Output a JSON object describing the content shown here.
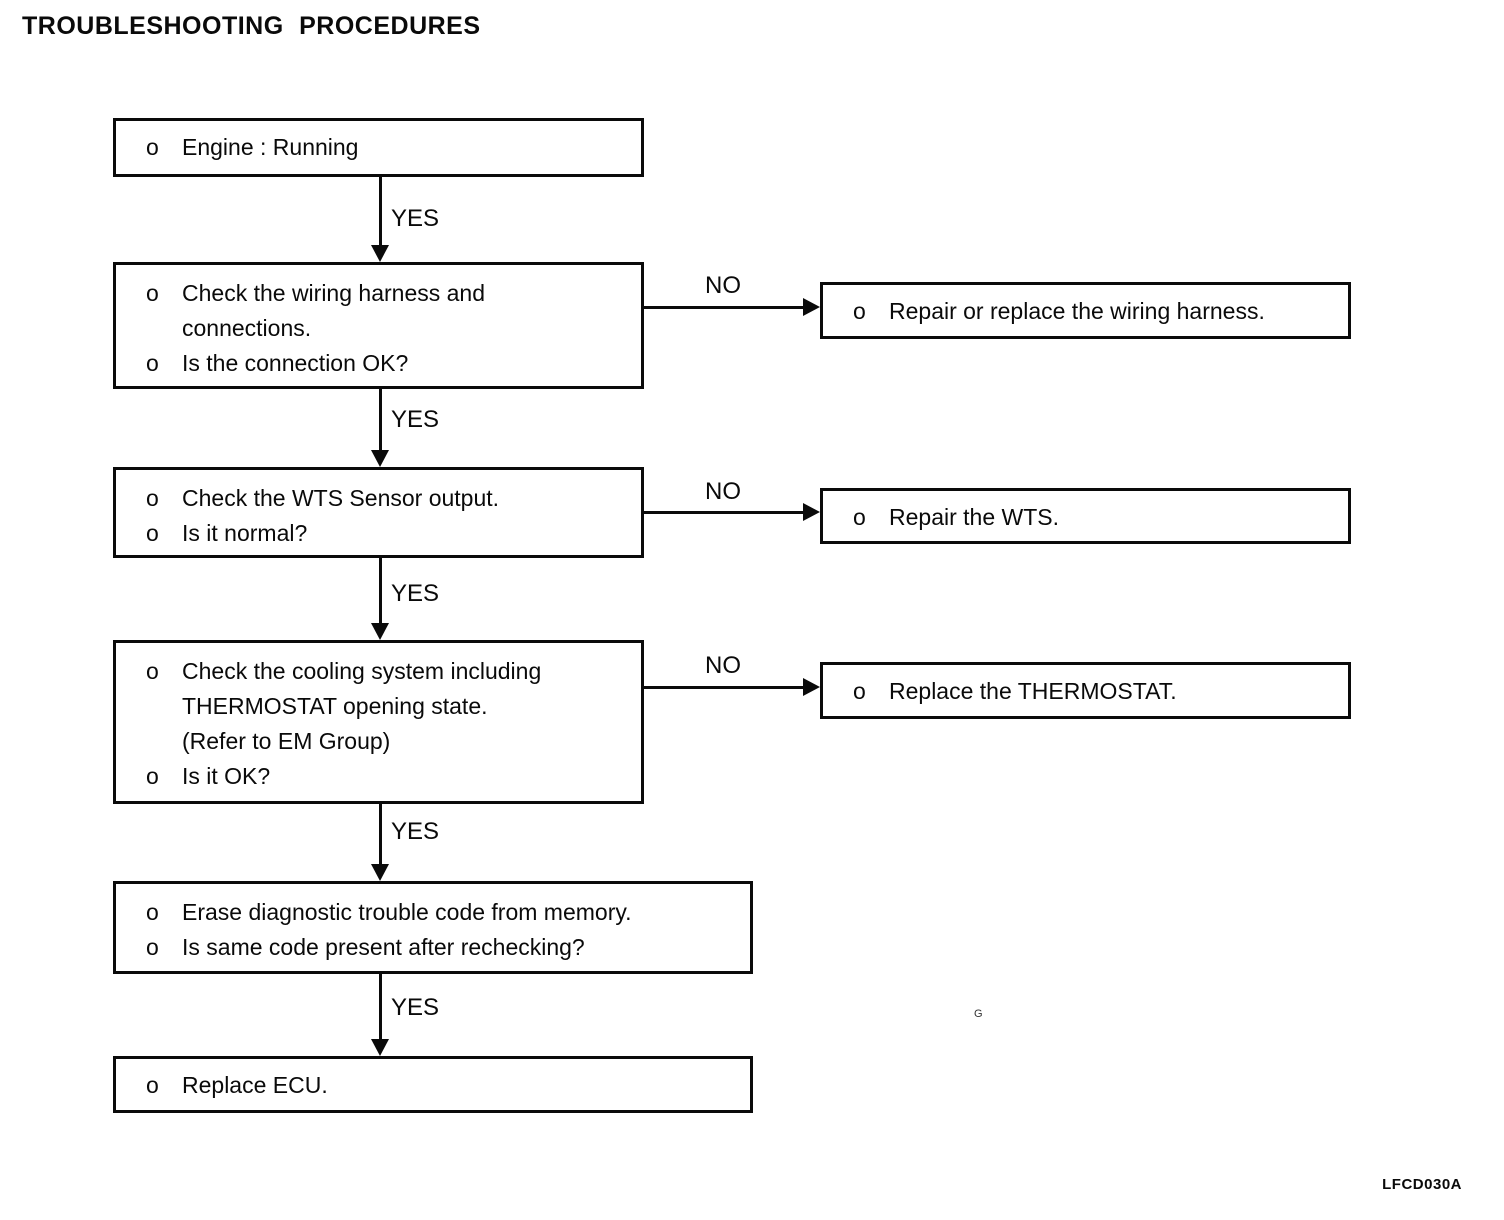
{
  "page": {
    "title": "TROUBLESHOOTING PROCEDURES",
    "figure_code": "LFCD030A",
    "artifact_mark": "G",
    "colors": {
      "ink": "#0a0a0a",
      "paper": "#ffffff"
    }
  },
  "flowchart": {
    "yes_label": "YES",
    "no_label": "NO",
    "nodes": [
      {
        "id": "engine-running",
        "lines": [
          {
            "bullet": "o",
            "text": "Engine : Running"
          }
        ]
      },
      {
        "id": "check-wiring-harness",
        "lines": [
          {
            "bullet": "o",
            "text": "Check the wiring harness and"
          },
          {
            "bullet": "",
            "text": "connections."
          },
          {
            "bullet": "o",
            "text": "Is the connection OK?"
          }
        ]
      },
      {
        "id": "repair-wiring-harness",
        "lines": [
          {
            "bullet": "o",
            "text": "Repair or replace the wiring harness."
          }
        ]
      },
      {
        "id": "check-wts-sensor",
        "lines": [
          {
            "bullet": "o",
            "text": "Check the WTS Sensor output."
          },
          {
            "bullet": "o",
            "text": "Is it normal?"
          }
        ]
      },
      {
        "id": "repair-wts",
        "lines": [
          {
            "bullet": "o",
            "text": "Repair the WTS."
          }
        ]
      },
      {
        "id": "check-cooling-system",
        "lines": [
          {
            "bullet": "o",
            "text": "Check the cooling system including"
          },
          {
            "bullet": "",
            "text": "THERMOSTAT opening state."
          },
          {
            "bullet": "",
            "text": "(Refer to EM Group)"
          },
          {
            "bullet": "o",
            "text": "Is it OK?"
          }
        ]
      },
      {
        "id": "replace-thermostat",
        "lines": [
          {
            "bullet": "o",
            "text": "Replace the THERMOSTAT."
          }
        ]
      },
      {
        "id": "erase-trouble-code",
        "lines": [
          {
            "bullet": "o",
            "text": "Erase diagnostic trouble code from memory."
          },
          {
            "bullet": "o",
            "text": "Is same code present after rechecking?"
          }
        ]
      },
      {
        "id": "replace-ecu",
        "lines": [
          {
            "bullet": "o",
            "text": "Replace ECU."
          }
        ]
      }
    ]
  }
}
